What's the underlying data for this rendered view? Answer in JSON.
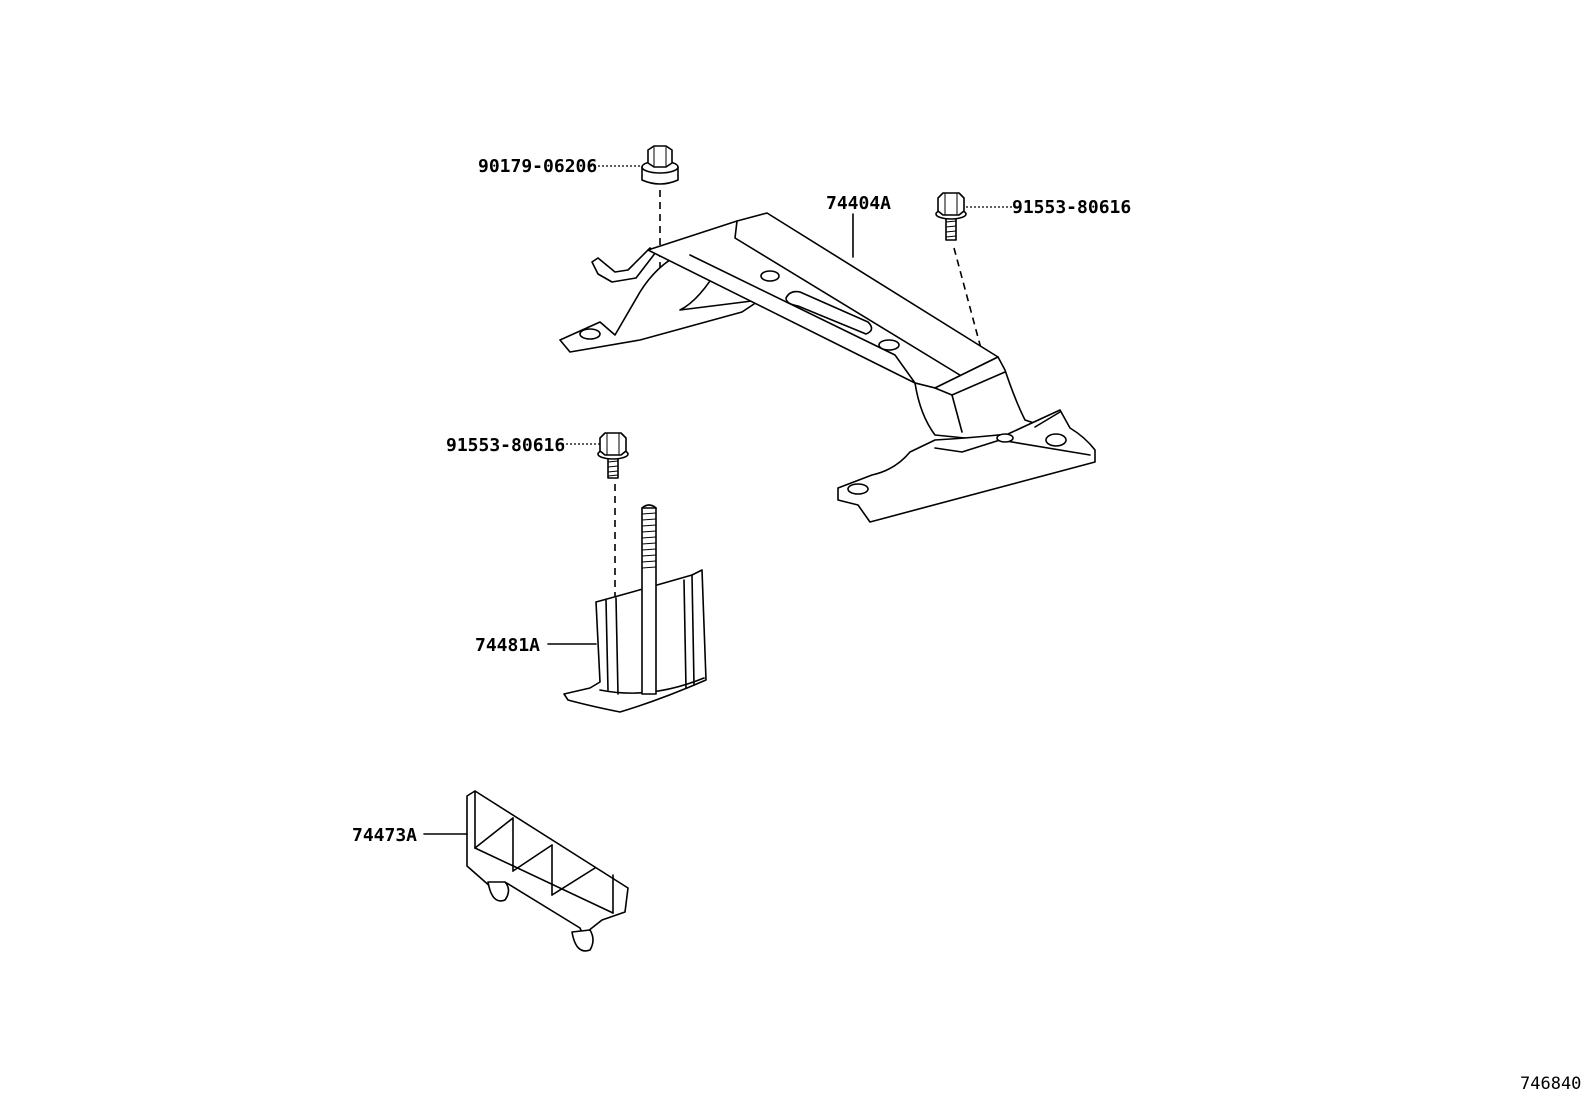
{
  "diagram_id": "746840",
  "parts": [
    {
      "number": "90179-06206",
      "item": "nut"
    },
    {
      "number": "91553-80616",
      "item": "bolt-right"
    },
    {
      "number": "74404A",
      "item": "battery-carrier-bracket"
    },
    {
      "number": "91553-80616",
      "item": "bolt-left"
    },
    {
      "number": "74481A",
      "item": "battery-clamp"
    },
    {
      "number": "74473A",
      "item": "battery-support"
    }
  ]
}
